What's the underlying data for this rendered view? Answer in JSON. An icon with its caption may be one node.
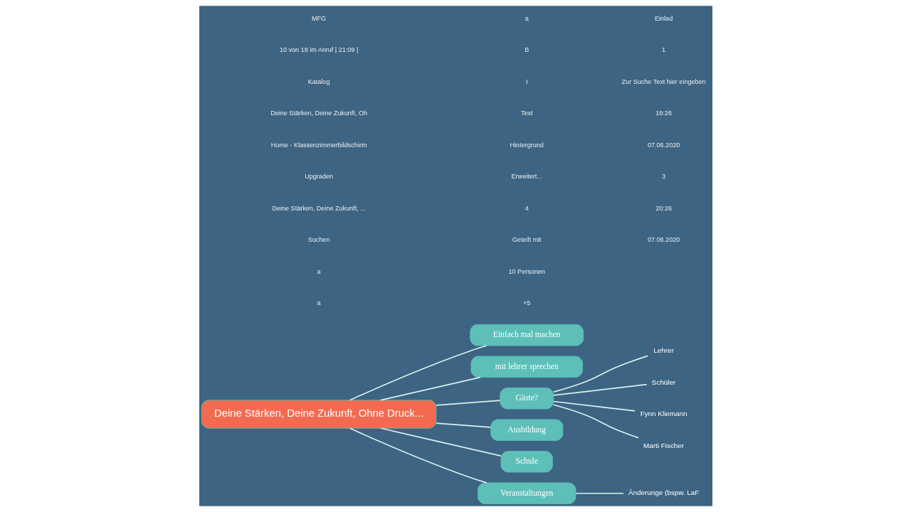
{
  "diagram": {
    "nodes": [
      {
        "text": [
          "Deine Stärken, Deine Zukunft, Ohne Druck..."
        ]
      },
      {
        "text": [
          "Einfach mal machen"
        ]
      },
      {
        "text": [
          "mit lehrer sprechen"
        ]
      },
      {
        "text": [
          "Gäste?"
        ]
      },
      {
        "text": [
          "Ausbildung"
        ]
      },
      {
        "text": [
          "Schule"
        ]
      },
      {
        "text": [
          "Veranstaltungen"
        ]
      },
      {
        "text": [
          "Änderunge (bspw. LaF"
        ]
      },
      {
        "text": [
          "Lehrer"
        ]
      },
      {
        "text": [
          "Schüler"
        ]
      },
      {
        "text": [
          "Fynn Kliemann"
        ]
      },
      {
        "text": [
          "Marti Fischer"
        ]
      }
    ],
    "edges": [
      {
        "from": 0,
        "to": 1,
        "arrow": "none"
      },
      {
        "from": 0,
        "to": 2,
        "arrow": "none"
      },
      {
        "from": 0,
        "to": 3,
        "arrow": "none"
      },
      {
        "from": 0,
        "to": 4,
        "arrow": "none"
      },
      {
        "from": 0,
        "to": 5,
        "arrow": "none"
      },
      {
        "from": 0,
        "to": 6,
        "arrow": "none"
      },
      {
        "from": 6,
        "to": 7,
        "arrow": "none"
      },
      {
        "from": 3,
        "to": 8,
        "arrow": "none"
      },
      {
        "from": 3,
        "to": 9,
        "arrow": "none"
      },
      {
        "from": 3,
        "to": 10,
        "arrow": "none"
      },
      {
        "from": 3,
        "to": 11,
        "arrow": "none"
      }
    ],
    "labels": [
      "MFG",
      "10 von 18 im Anruf | 21:09 |",
      "Katalog",
      "Deine Stärken, Deine Zukunft, Oh",
      "Home - Klassenzimmerbildschirm",
      "Upgraden",
      "Deine Stärken, Deine Zukunft, ...",
      "Suchen",
      "a",
      "a",
      "a",
      "B",
      "I",
      "Text",
      "Hintergrund",
      "Erweitert...",
      "4",
      "Geteilt mit",
      "10 Personen",
      "+5",
      "Einlad",
      "1",
      "Zur Suche Text hier eingeben",
      "19:26",
      "07.06.2020",
      "3",
      "20:26",
      "07.06.2020"
    ]
  }
}
